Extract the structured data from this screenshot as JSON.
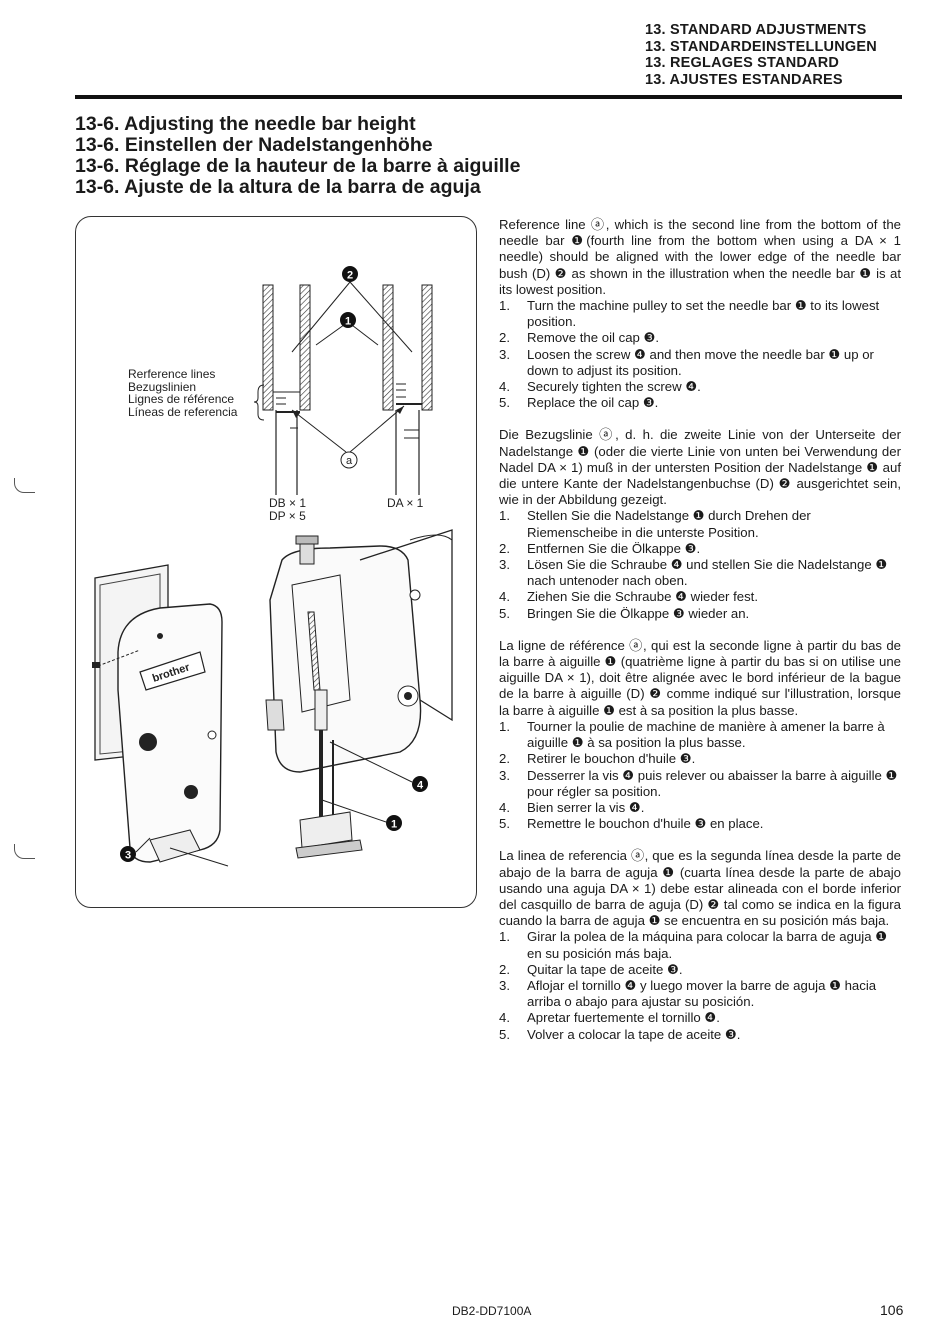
{
  "header": {
    "lines": [
      "13. STANDARD ADJUSTMENTS",
      "13. STANDARDEINSTELLUNGEN",
      "13. REGLAGES STANDARD",
      "13. AJUSTES ESTANDARES"
    ]
  },
  "titles": [
    "13-6. Adjusting the needle bar height",
    "13-6. Einstellen der Nadelstangenhöhe",
    "13-6. Réglage de la hauteur de la barre à aiguille",
    "13-6. Ajuste de la altura de la barra de aguja"
  ],
  "figure": {
    "reference_labels": [
      "Rerference lines",
      "Bezugslinien",
      "Lignes de référence",
      "Líneas de referencia"
    ],
    "needle_left": [
      "DB × 1",
      "DP × 5"
    ],
    "needle_right": "DA × 1",
    "callout_a": "ⓐ",
    "brand": "brother",
    "callouts": [
      "❷",
      "❶",
      "❹",
      "❶",
      "❸"
    ]
  },
  "english": {
    "intro": "Reference line ⓐ, which is the second line from the bottom of the needle bar ❶(fourth line from the bottom when using a DA × 1 needle) should be aligned with the lower edge of the needle bar bush (D) ❷ as shown in the illustration when the needle bar ❶ is at its lowest position.",
    "steps": [
      {
        "n": "1.",
        "t": "Turn the machine pulley to set the needle bar ❶ to its lowest position."
      },
      {
        "n": "2.",
        "t": "Remove the oil cap ❸."
      },
      {
        "n": "3.",
        "t": "Loosen the screw ❹ and then move the needle bar ❶ up or down to adjust its position."
      },
      {
        "n": "4.",
        "t": "Securely tighten the screw ❹."
      },
      {
        "n": "5.",
        "t": "Replace the oil cap ❸."
      }
    ]
  },
  "german": {
    "intro": "Die Bezugslinie ⓐ, d. h. die zweite Linie von der Unterseite der Nadelstange ❶ (oder die vierte Linie von unten bei Verwendung der Nadel DA × 1) muß in der untersten Position der Nadelstange ❶ auf die untere Kante der Nadelstangenbuchse (D) ❷ ausgerichtet sein, wie in der Abbildung gezeigt.",
    "steps": [
      {
        "n": "1.",
        "t": "Stellen Sie die Nadelstange ❶ durch Drehen der Riemenscheibe in die unterste Position."
      },
      {
        "n": "2.",
        "t": "Entfernen Sie die Ölkappe ❸."
      },
      {
        "n": "3.",
        "t": "Lösen Sie die Schraube ❹ und stellen Sie die Nadelstange ❶ nach untenoder nach oben."
      },
      {
        "n": "4.",
        "t": "Ziehen Sie die Schraube ❹ wieder fest."
      },
      {
        "n": "5.",
        "t": "Bringen Sie die Ölkappe ❸ wieder an."
      }
    ]
  },
  "french": {
    "intro": "La ligne de référence ⓐ, qui est la seconde ligne à partir du bas de la barre à aiguille ❶ (quatrième ligne à partir du bas si on utilise une aiguille DA × 1), doit être alignée avec le bord inférieur de la bague de la barre à aiguille (D) ❷ comme indiqué sur l'illustration, lorsque la barre à aiguille ❶ est à sa position la plus basse.",
    "steps": [
      {
        "n": "1.",
        "t": "Tourner la poulie de machine de manière à amener la barre à aiguille ❶ à sa position la plus basse."
      },
      {
        "n": "2.",
        "t": "Retirer le bouchon d'huile ❸."
      },
      {
        "n": "3.",
        "t": "Desserrer la vis ❹ puis relever ou abaisser la barre à aiguille ❶ pour régler sa position."
      },
      {
        "n": "4.",
        "t": "Bien serrer la vis ❹."
      },
      {
        "n": "5.",
        "t": "Remettre le bouchon d'huile ❸ en place."
      }
    ]
  },
  "spanish": {
    "intro": "La linea de referencia ⓐ, que es la segunda línea desde la parte de abajo de la barra de aguja ❶ (cuarta línea desde la parte de abajo usando una aguja DA × 1) debe estar alineada con el borde inferior del casquillo de barra de aguja (D) ❷ tal como se indica en la figura cuando la barra de aguja ❶ se encuentra en su posición más baja.",
    "steps": [
      {
        "n": "1.",
        "t": "Girar la polea de la máquina para colocar la barra de aguja ❶ en su posición más baja."
      },
      {
        "n": "2.",
        "t": "Quitar la tape de aceite ❸."
      },
      {
        "n": "3.",
        "t": "Aflojar el tornillo ❹ y luego mover la barre de aguja ❶ hacia arriba o abajo para ajustar su posición."
      },
      {
        "n": "4.",
        "t": "Apretar fuertemente el tornillo ❹."
      },
      {
        "n": "5.",
        "t": "Volver a colocar la tape de aceite ❸."
      }
    ]
  },
  "footer": {
    "code": "DB2-DD7100A",
    "page": "106"
  }
}
